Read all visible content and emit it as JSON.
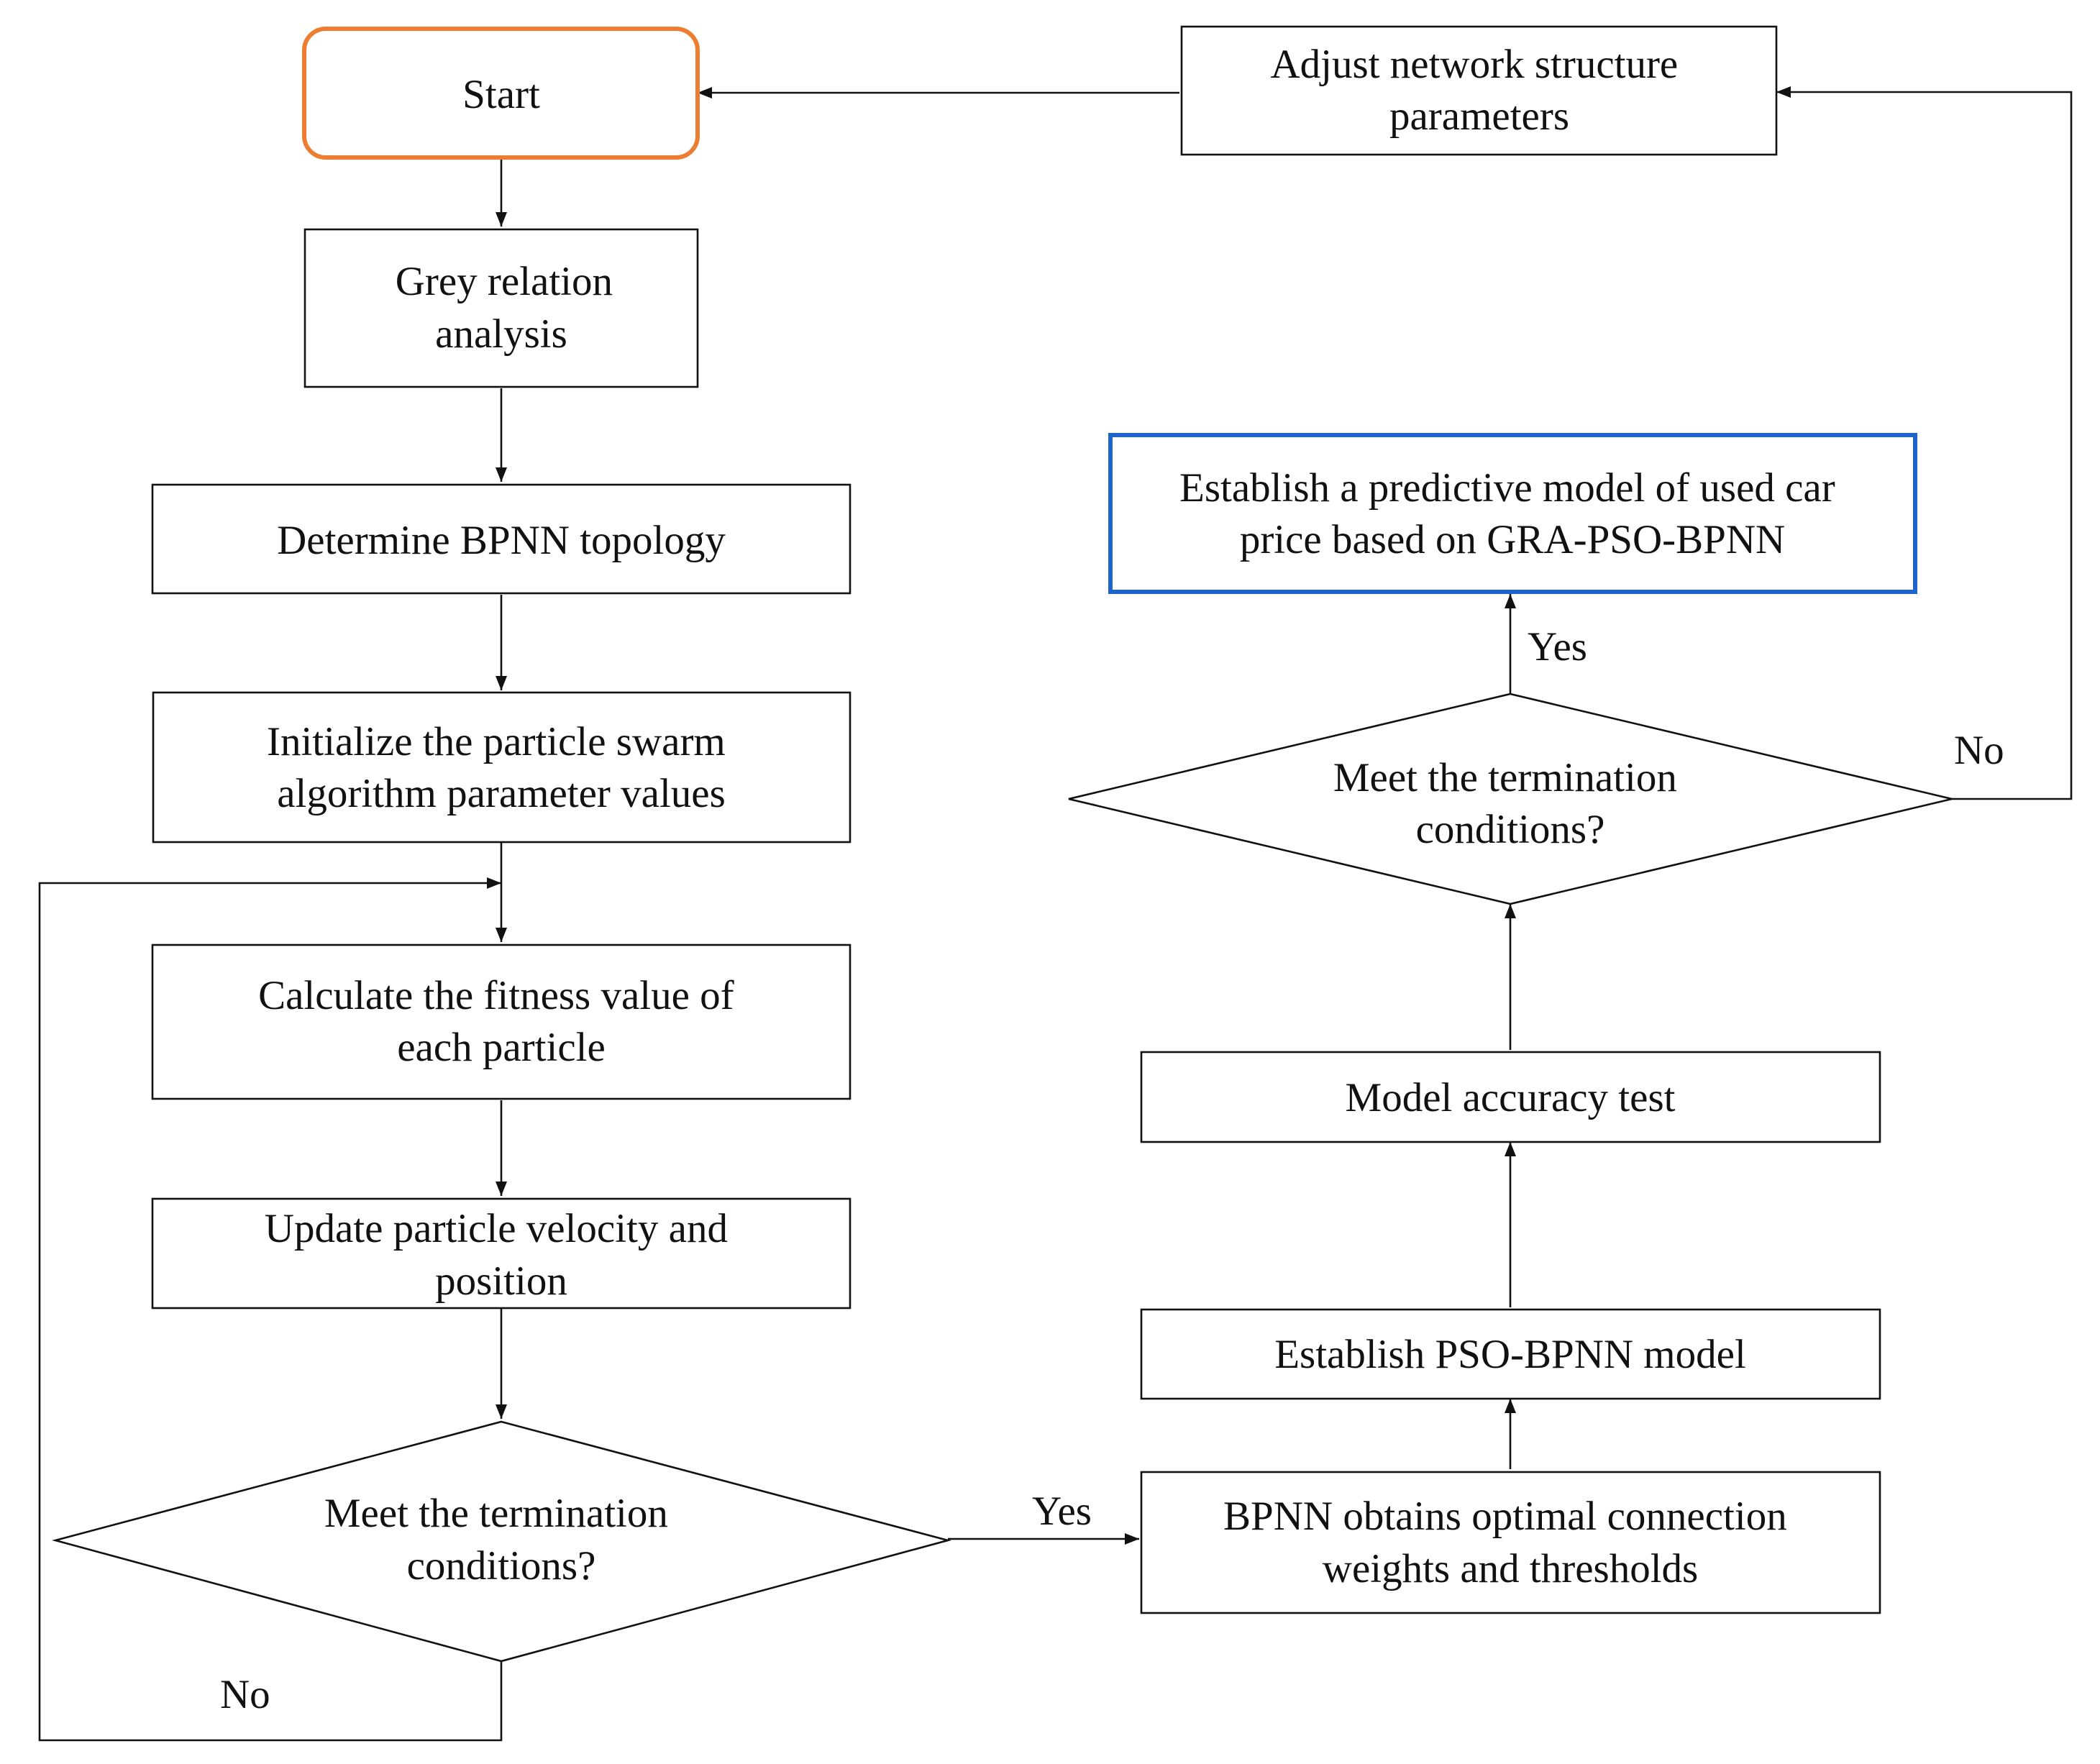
{
  "colors": {
    "start_border": "#ED7D31",
    "final_border": "#1F64C8",
    "line": "#111111"
  },
  "nodes": {
    "start": [
      "Start"
    ],
    "grey_relation": [
      "Grey relation",
      "analysis"
    ],
    "determine_topology": [
      "Determine BPNN topology"
    ],
    "initialize_pso": [
      "Initialize the particle swarm",
      "algorithm parameter values"
    ],
    "calculate_fitness": [
      "Calculate the fitness value of",
      "each particle"
    ],
    "update_particle": [
      "Update particle velocity and",
      "position"
    ],
    "termination_left": [
      "Meet the termination",
      "conditions?"
    ],
    "bpnn_optimal": [
      "BPNN obtains optimal connection",
      "weights and thresholds"
    ],
    "establish_pso_bpnn": [
      "Establish PSO-BPNN model"
    ],
    "model_accuracy": [
      "Model accuracy test"
    ],
    "termination_right": [
      "Meet the termination",
      "conditions?"
    ],
    "predictive_model": [
      "Establish a predictive model of used car",
      "price based on GRA-PSO-BPNN"
    ],
    "adjust_network": [
      "Adjust network structure",
      "parameters"
    ]
  },
  "edge_labels": {
    "yes_left": "Yes",
    "no_left": "No",
    "yes_right": "Yes",
    "no_right": "No"
  }
}
